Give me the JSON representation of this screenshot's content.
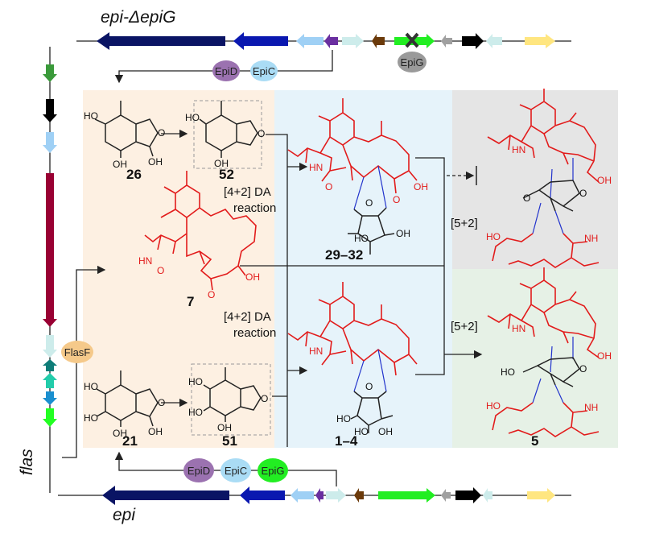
{
  "clusters": {
    "top_title": "epi-ΔepiG",
    "bottom_title": "epi",
    "left_title": "flas"
  },
  "proteins": {
    "epid": "EpiD",
    "epic": "EpiC",
    "epig": "EpiG",
    "flasf": "FlasF"
  },
  "compounds": {
    "c26": "26",
    "c52": "52",
    "c7": "7",
    "c21": "21",
    "c51": "51",
    "c29_32": "29–32",
    "c1_4": "1–4",
    "c5": "5"
  },
  "reactions": {
    "da_line1": "[4+2] DA",
    "da_line2": "reaction",
    "cyclo52": "[5+2]"
  },
  "atoms": {
    "ho": "HO",
    "oh": "OH",
    "o": "O",
    "hn": "HN",
    "nh": "NH"
  },
  "colors": {
    "panel_orange": "#fdf0e2",
    "panel_blue": "#e6f3fa",
    "panel_gray": "#e5e5e5",
    "panel_green": "#e6f1e6",
    "structure_red": "#e21b1b"
  }
}
